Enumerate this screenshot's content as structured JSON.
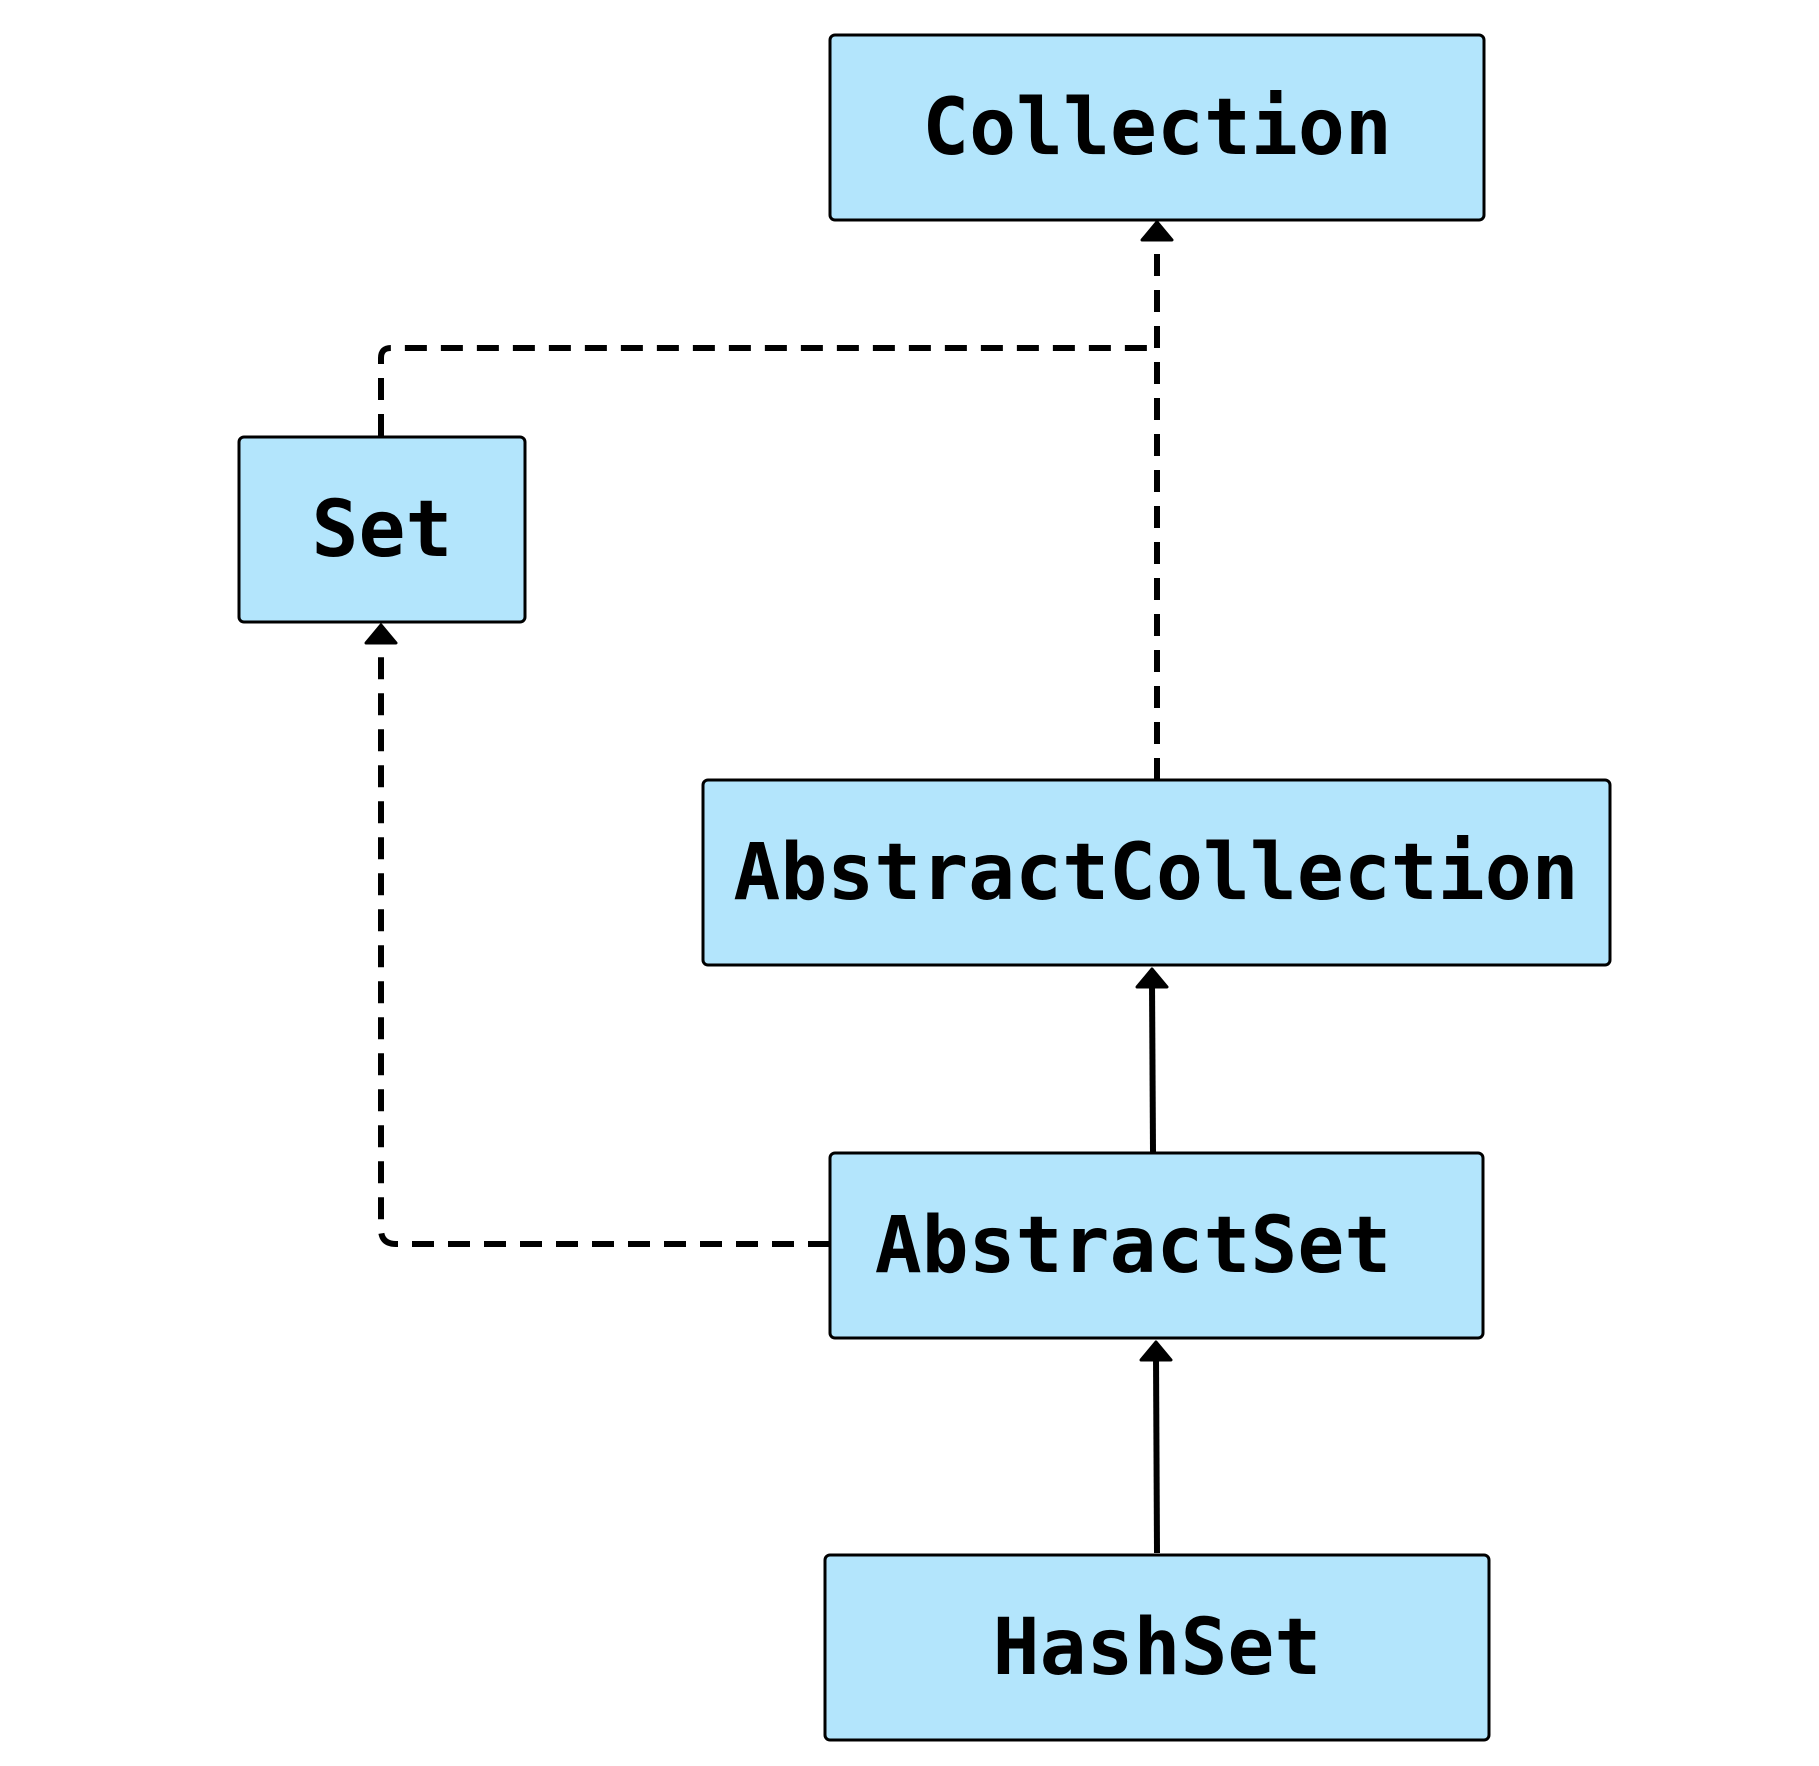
{
  "diagram": {
    "type": "class-hierarchy",
    "box_color": "#b3e5fc",
    "nodes": {
      "collection": {
        "label": "Collection"
      },
      "set": {
        "label": "Set"
      },
      "abstract_collection": {
        "label": "AbstractCollection"
      },
      "abstract_set": {
        "label": "AbstractSet"
      },
      "hash_set": {
        "label": "HashSet"
      }
    },
    "edges": [
      {
        "from": "set",
        "to": "collection",
        "style": "dashed"
      },
      {
        "from": "abstract_collection",
        "to": "collection",
        "style": "dashed"
      },
      {
        "from": "abstract_set",
        "to": "set",
        "style": "dashed"
      },
      {
        "from": "abstract_set",
        "to": "abstract_collection",
        "style": "solid"
      },
      {
        "from": "hash_set",
        "to": "abstract_set",
        "style": "solid"
      }
    ]
  }
}
